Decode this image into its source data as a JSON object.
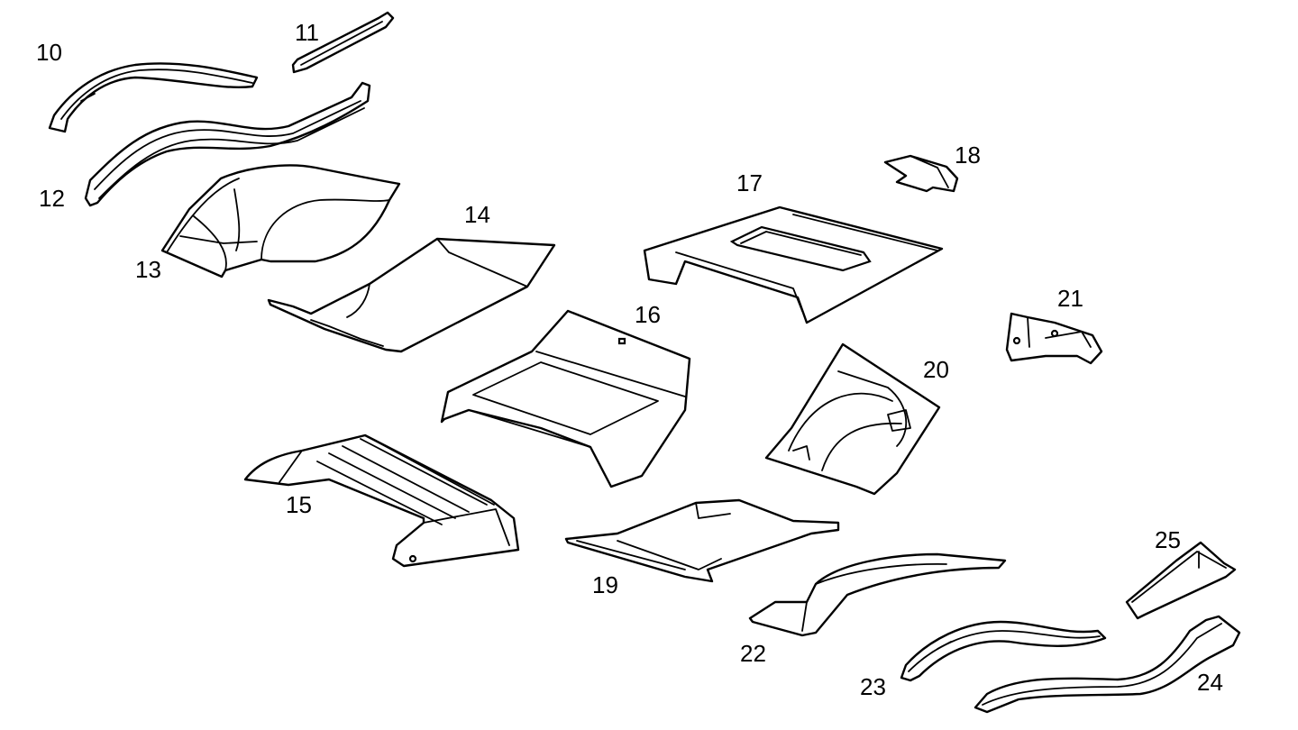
{
  "diagram": {
    "line_color": "#000000",
    "background": "#ffffff",
    "parts": [
      {
        "id": "p10",
        "label": "10"
      },
      {
        "id": "p11",
        "label": "11"
      },
      {
        "id": "p12",
        "label": "12"
      },
      {
        "id": "p13",
        "label": "13"
      },
      {
        "id": "p14",
        "label": "14"
      },
      {
        "id": "p15",
        "label": "15"
      },
      {
        "id": "p16",
        "label": "16"
      },
      {
        "id": "p17",
        "label": "17"
      },
      {
        "id": "p18",
        "label": "18"
      },
      {
        "id": "p19",
        "label": "19"
      },
      {
        "id": "p20",
        "label": "20"
      },
      {
        "id": "p21",
        "label": "21"
      },
      {
        "id": "p22",
        "label": "22"
      },
      {
        "id": "p23",
        "label": "23"
      },
      {
        "id": "p24",
        "label": "24"
      },
      {
        "id": "p25",
        "label": "25"
      }
    ]
  }
}
